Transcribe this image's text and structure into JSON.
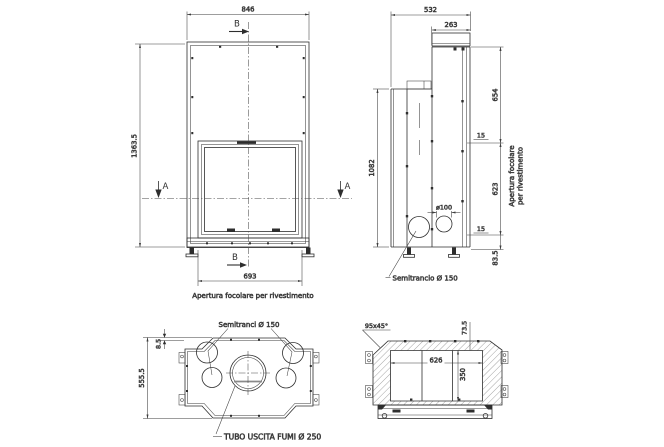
{
  "drawing": {
    "front": {
      "dim_width": "846",
      "dim_height": "1363.5",
      "dim_opening": "693",
      "caption": "Apertura focolare per rivestimento",
      "section_a": "A",
      "section_b": "B"
    },
    "side": {
      "dim_depth": "532",
      "dim_flue_depth": "263",
      "dim_upper": "654",
      "dim_lip": "15",
      "dim_opening": "623",
      "dim_base": "83.5",
      "dim_front_height": "1082",
      "dim_hole": "ø100",
      "leader_label": "Semitrancio Ø 150",
      "rot_label_1": "Apertura focolare",
      "rot_label_2": "per rivestimento"
    },
    "plan": {
      "label_semitranci": "Semitranci Ø 150",
      "dim_offset": "8.5",
      "dim_depth": "555.5",
      "label_pipe": "TUBO USCITA FUMI Ø 250"
    },
    "section": {
      "dim_chamfer": "95x45°",
      "dim_top": "73.5",
      "dim_inner_width": "626",
      "dim_inner_height": "350"
    },
    "colors": {
      "line": "#2e2e2e",
      "dim_line": "#3c3c3c",
      "background": "#ffffff"
    }
  }
}
